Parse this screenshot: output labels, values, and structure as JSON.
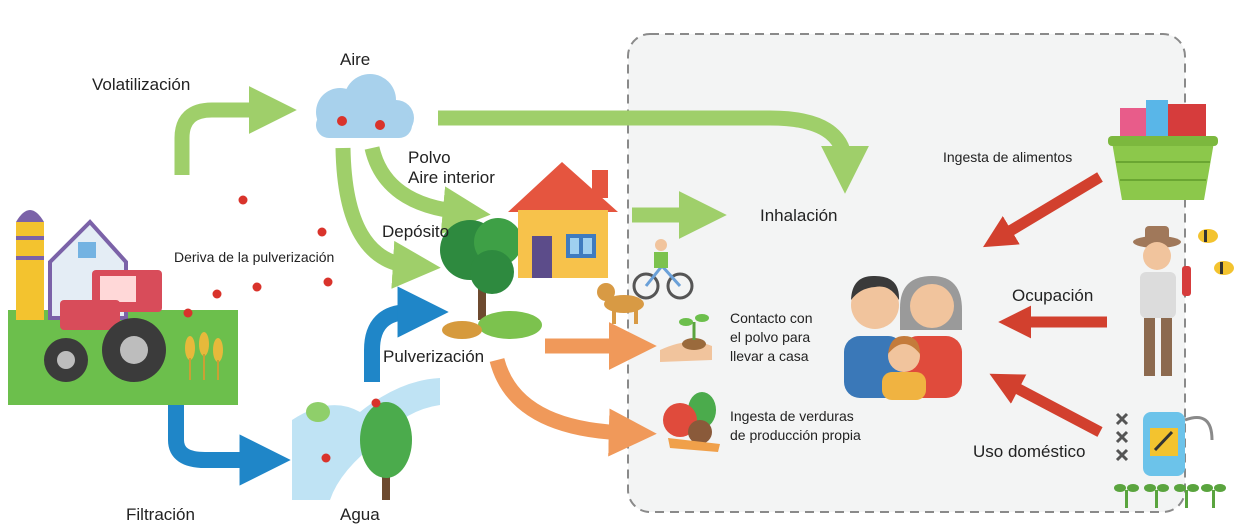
{
  "labels": {
    "volatilizacion": "Volatilización",
    "aire": "Aire",
    "polvo": "Polvo",
    "aire_interior": "Aire interior",
    "deposito": "Depósito",
    "deriva": "Deriva de la pulverización",
    "inhalacion": "Inhalación",
    "ingesta_alimentos": "Ingesta de alimentos",
    "ocupacion": "Ocupación",
    "contacto_1": "Contacto con",
    "contacto_2": "el polvo para",
    "contacto_3": "llevar a casa",
    "pulverizacion": "Pulverización",
    "ingesta_verduras_1": "Ingesta de verduras",
    "ingesta_verduras_2": "de producción propia",
    "uso_domestico": "Uso doméstico",
    "filtracion": "Filtración",
    "agua": "Agua"
  },
  "colors": {
    "green_arrow": "#9fcf6a",
    "blue_arrow": "#1f86c8",
    "orange_arrow": "#f0995a",
    "red_arrow": "#d2402e",
    "dashed_border": "#8a8a8a",
    "panel_bg": "#f3f4f4",
    "dot": "#d9332b"
  }
}
